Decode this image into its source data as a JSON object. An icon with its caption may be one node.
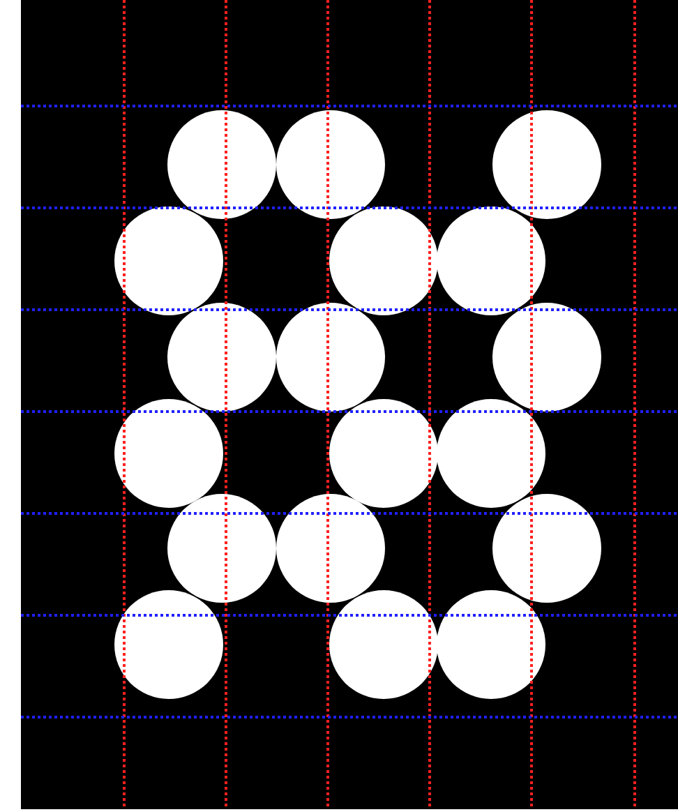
{
  "diagram": {
    "nodes": [
      {
        "text": [],
        "shape": "circle"
      },
      {
        "text": [],
        "shape": "circle"
      },
      {
        "text": [],
        "shape": "circle"
      },
      {
        "text": [],
        "shape": "circle"
      },
      {
        "text": [],
        "shape": "circle"
      },
      {
        "text": [],
        "shape": "circle"
      },
      {
        "text": [],
        "shape": "circle"
      },
      {
        "text": [],
        "shape": "circle"
      },
      {
        "text": [],
        "shape": "circle"
      },
      {
        "text": [],
        "shape": "circle"
      },
      {
        "text": [],
        "shape": "circle"
      },
      {
        "text": [],
        "shape": "circle"
      },
      {
        "text": [],
        "shape": "circle"
      },
      {
        "text": [],
        "shape": "circle"
      },
      {
        "text": [],
        "shape": "circle"
      },
      {
        "text": [],
        "shape": "circle"
      },
      {
        "text": [],
        "shape": "circle"
      },
      {
        "text": [],
        "shape": "circle"
      }
    ]
  }
}
